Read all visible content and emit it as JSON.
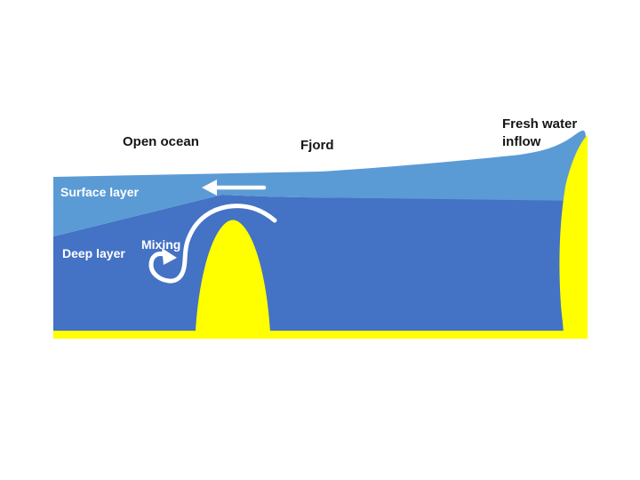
{
  "slide": {
    "background": "#ffffff"
  },
  "diagram": {
    "region_labels": {
      "open_ocean": "Open ocean",
      "fjord": "Fjord",
      "fresh_water_line1": "Fresh water",
      "fresh_water_line2": "inflow"
    },
    "layer_labels": {
      "surface": "Surface layer",
      "deep": "Deep layer"
    },
    "process_labels": {
      "mixing": "Mixing"
    },
    "icons": {
      "surface_current_arrow": "arrow-left",
      "mixing_arrow": "curved-loop-arrow"
    },
    "colors": {
      "surface_layer": "#5b9bd5",
      "deep_layer": "#4472c4",
      "land": "#ffff00",
      "arrows": "#ffffff",
      "text_dark": "#151515",
      "text_light": "#ffffff",
      "background": "#ffffff"
    }
  }
}
